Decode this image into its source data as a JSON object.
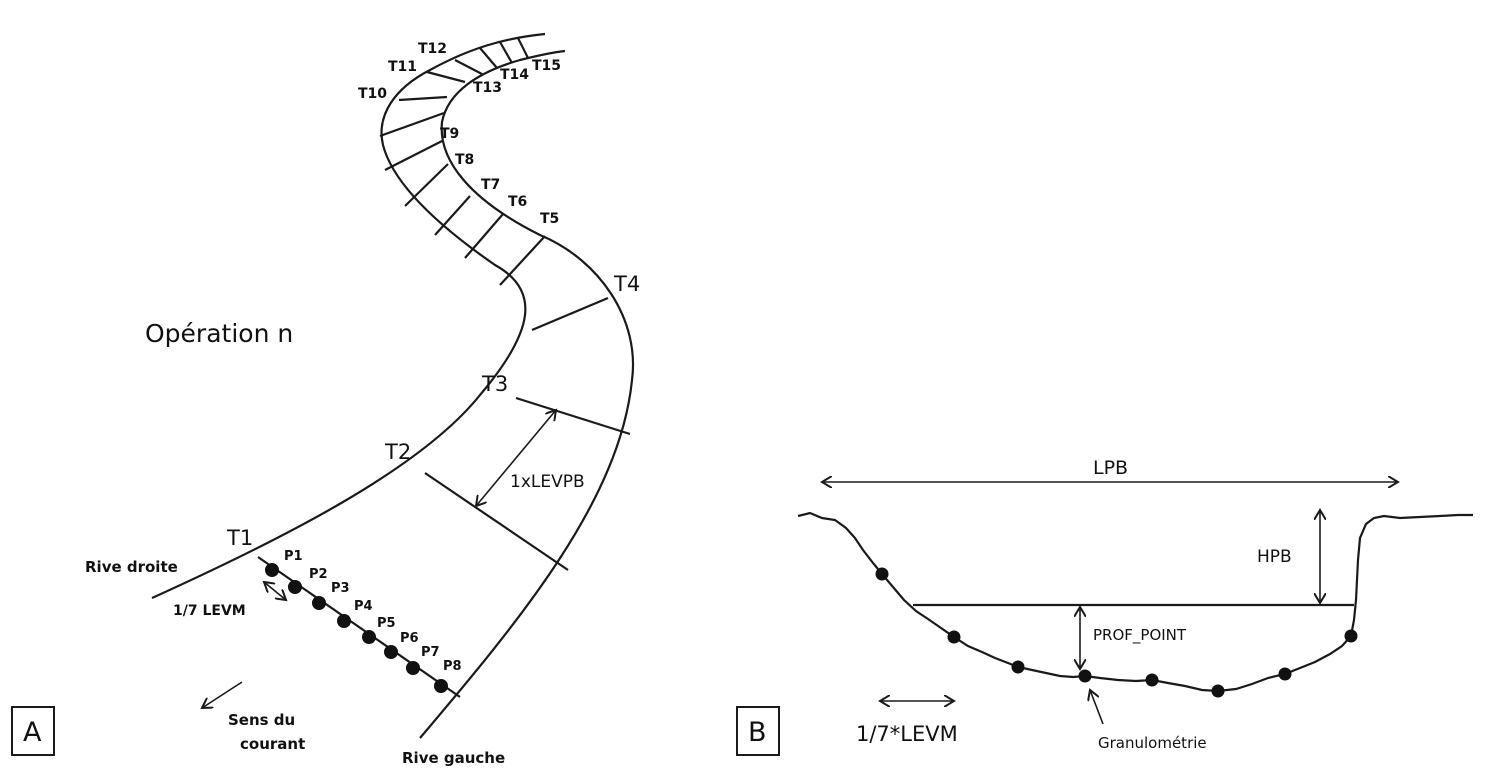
{
  "panel_a": {
    "label": "A",
    "operation": "Opération n",
    "bank_right": "Rive droite",
    "bank_left": "Rive gauche",
    "flow_line1": "Sens du",
    "flow_line2": "courant",
    "spacing_label": "1/7 LEVM",
    "width_label": "1xLEVPB",
    "transects": [
      "T1",
      "T2",
      "T3",
      "T4",
      "T5",
      "T6",
      "T7",
      "T8",
      "T9",
      "T10",
      "T11",
      "T12",
      "T13",
      "T14",
      "T15"
    ],
    "points": [
      "P1",
      "P2",
      "P3",
      "P4",
      "P5",
      "P6",
      "P7",
      "P8"
    ]
  },
  "panel_b": {
    "label": "B",
    "width_label": "LPB",
    "height_label": "HPB",
    "depth_label": "PROF_POINT",
    "spacing_label": "1/7*LEVM",
    "sample_label": "Granulométrie"
  }
}
